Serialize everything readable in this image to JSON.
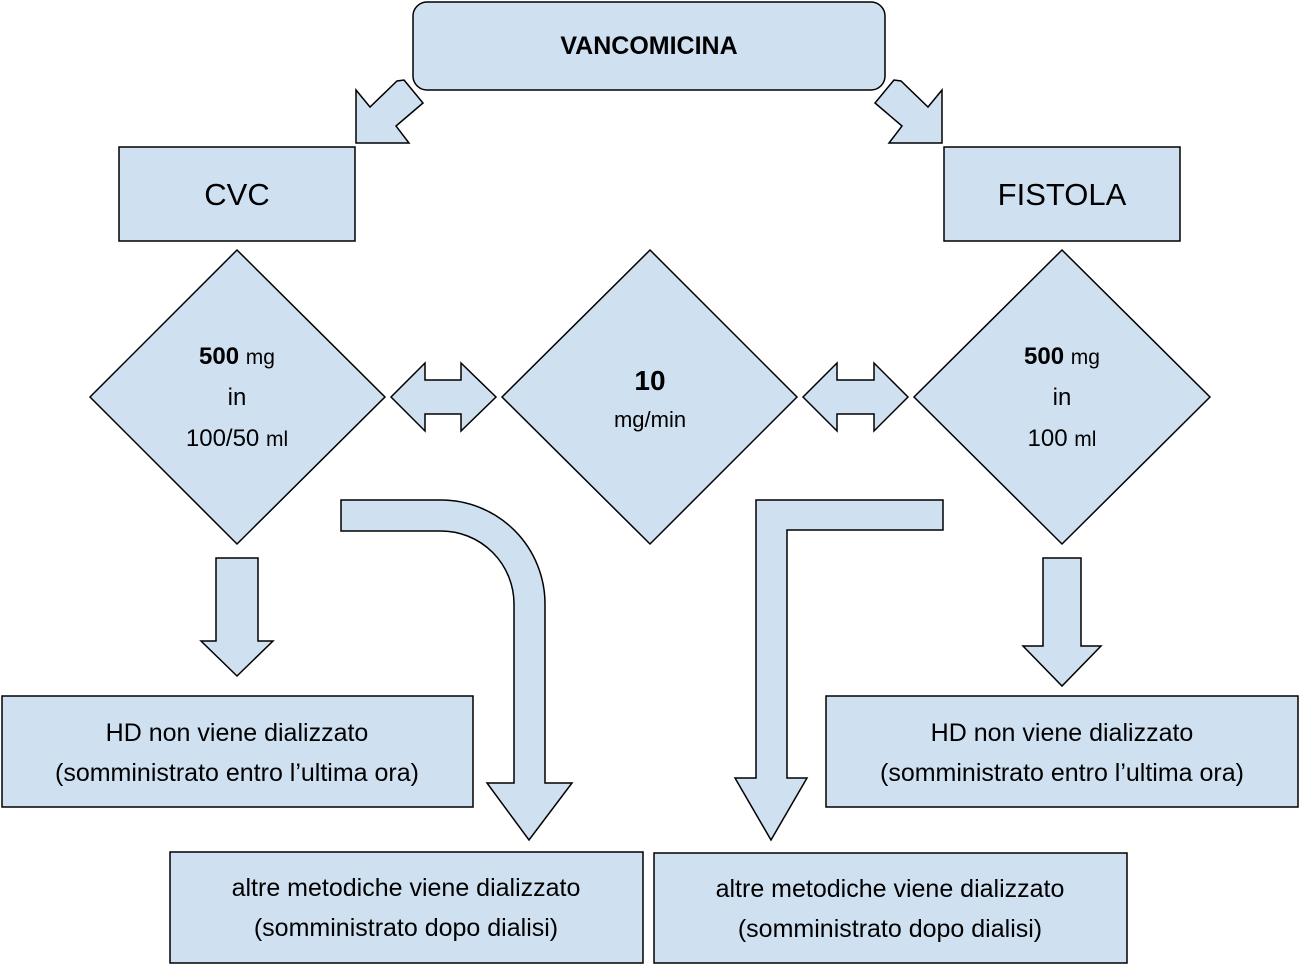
{
  "title": "VANCOMICINA",
  "left_branch": {
    "access": "CVC",
    "dose_value": "500",
    "dose_unit": "mg",
    "dose_in": "in",
    "volume_value": "100/50",
    "volume_unit": "ml",
    "hd_line1": "HD non viene dializzato",
    "hd_line2": "(somministrato entro l’ultima ora)",
    "other_line1": "altre metodiche viene dializzato",
    "other_line2": "(somministrato dopo dialisi)"
  },
  "center": {
    "rate_value": "10",
    "rate_unit": "mg/min"
  },
  "right_branch": {
    "access": "FISTOLA",
    "dose_value": "500",
    "dose_unit": "mg",
    "dose_in": "in",
    "volume_value": "100",
    "volume_unit": "ml",
    "hd_line1": "HD non viene dializzato",
    "hd_line2": "(somministrato entro l’ultima ora)",
    "other_line1": "altre metodiche viene dializzato",
    "other_line2": "(somministrato dopo dialisi)"
  },
  "colors": {
    "fill": "#cfe0f1",
    "stroke": "#000000",
    "text": "#000000"
  }
}
